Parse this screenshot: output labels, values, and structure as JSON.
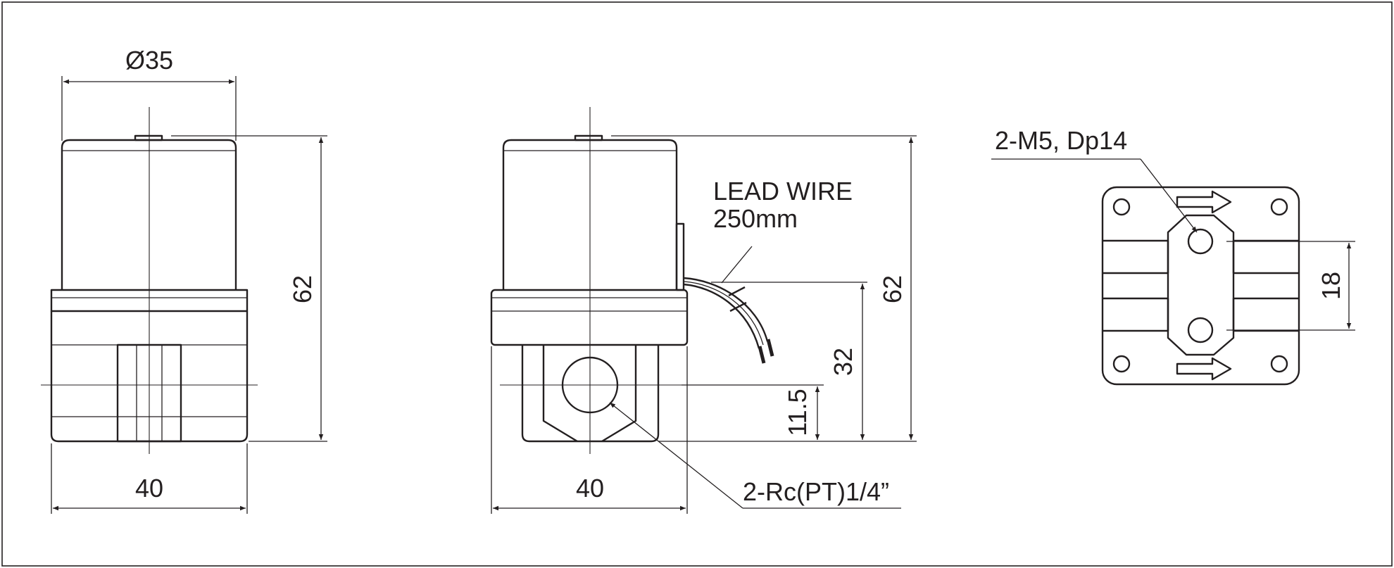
{
  "labels": {
    "dia_top": "Ø35",
    "width_left": "40",
    "height_left": "62",
    "lead_wire_1": "LEAD WIRE",
    "lead_wire_2": "250mm",
    "height_mid": "62",
    "h32": "32",
    "h115": "11.5",
    "width_mid": "40",
    "port": "2-Rc(PT)1/4”",
    "mount_holes": "2-M5, Dp14",
    "spacing": "18"
  }
}
